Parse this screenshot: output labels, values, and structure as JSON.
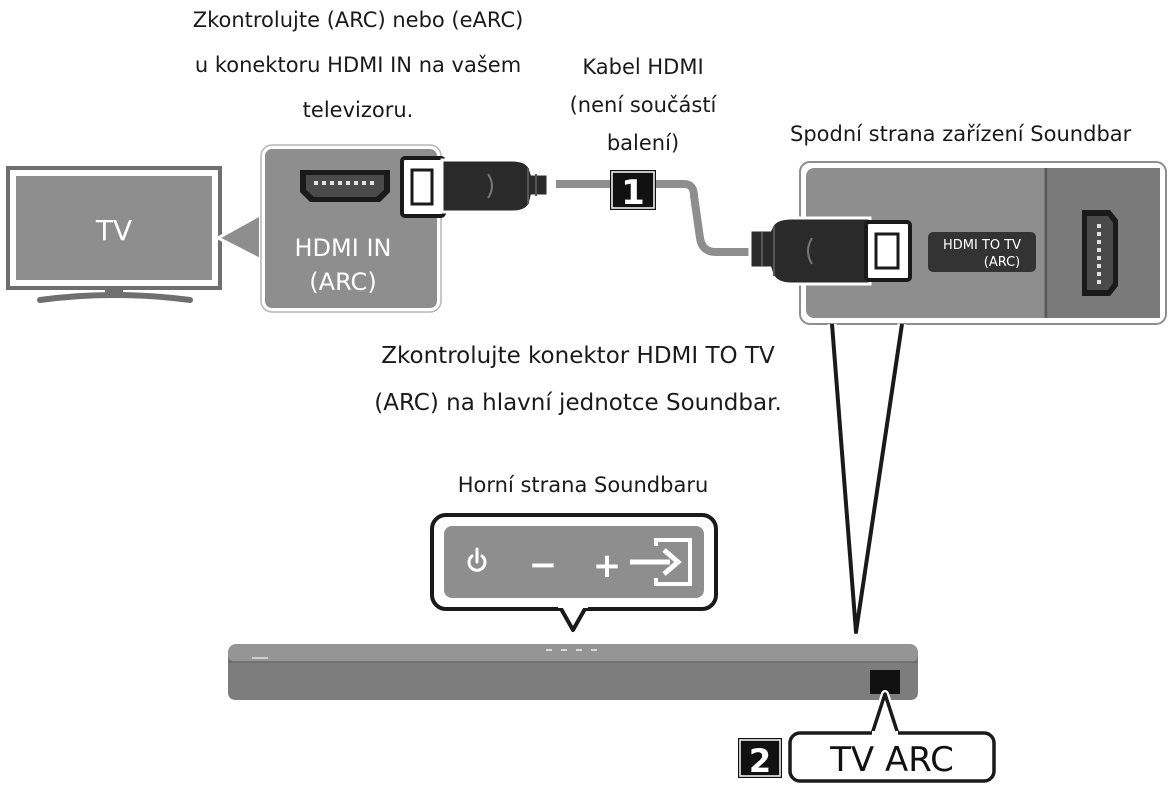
{
  "callouts": {
    "tv_check_lines": [
      "Zkontrolujte (ARC) nebo (eARC)",
      "u konektoru HDMI IN na vašem",
      "televizoru."
    ],
    "cable_lines": [
      "Kabel HDMI",
      "(není součástí",
      "balení)"
    ],
    "soundbar_bottom": "Spodní strana zařízení Soundbar",
    "soundbar_check_lines": [
      "Zkontrolujte konektor HDMI TO TV",
      "(ARC) na hlavní jednotce Soundbar."
    ],
    "soundbar_top": "Horní strana Soundbaru"
  },
  "tv": {
    "label": "TV"
  },
  "tv_port": {
    "label_lines": [
      "HDMI IN",
      "(ARC)"
    ]
  },
  "soundbar_port": {
    "label_lines": [
      "HDMI TO TV",
      "(ARC)"
    ]
  },
  "steps": {
    "step1": "1",
    "step2": "2"
  },
  "tv_arc": "TV ARC",
  "controls": {
    "power_icon": "power-icon",
    "minus": "−",
    "plus": "+",
    "source_icon": "source-icon"
  },
  "colors": {
    "panel_gray": "#8e8e8e",
    "dark_gray": "#6f6f6f",
    "soundbar_gray": "#7d7d7d",
    "black": "#111111"
  }
}
